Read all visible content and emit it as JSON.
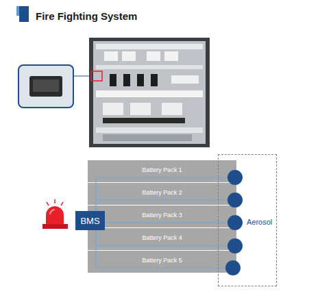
{
  "diagram": {
    "title": "Fire Fighting System",
    "nodes": [
      {
        "text": [
          "Battery Pack 1"
        ]
      },
      {
        "text": [
          "Battery Pack 2"
        ]
      },
      {
        "text": [
          "Battery Pack 3"
        ]
      },
      {
        "text": [
          "Battery Pack 4"
        ]
      },
      {
        "text": [
          "Battery Pack 5"
        ]
      },
      {
        "text": [
          "BMS"
        ]
      },
      {
        "text": [
          "Aerosol"
        ]
      }
    ],
    "edges": [
      {
        "from": 5,
        "to": 6,
        "arrow": "none"
      },
      {
        "from": 5,
        "to": 6,
        "arrow": "none"
      },
      {
        "from": 5,
        "to": 6,
        "arrow": "none"
      },
      {
        "from": 5,
        "to": 6,
        "arrow": "none"
      },
      {
        "from": 5,
        "to": 6,
        "arrow": "none"
      }
    ]
  }
}
